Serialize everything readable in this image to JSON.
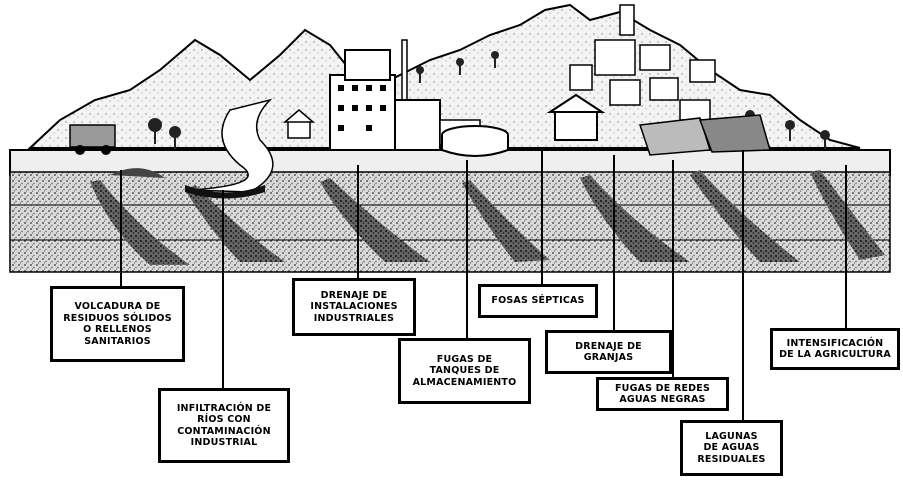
{
  "labels": {
    "volcadura": "VOLCADURA DE\nRESIDUOS SÓLIDOS\nO RELLENOS\nSANITARIOS",
    "infiltracion": "INFILTRACIÓN DE\nRÍOS CON\nCONTAMINACIÓN\nINDUSTRIAL",
    "drenaje_industrial": "DRENAJE DE\nINSTALACIONES\nINDUSTRIALES",
    "fugas_tanques": "FUGAS DE\nTANQUES DE\nALMACENAMIENTO",
    "fosas": "FOSAS SÉPTICAS",
    "drenaje_granjas": "DRENAJE DE\nGRANJAS",
    "fugas_redes": "FUGAS DE REDES\nAGUAS NEGRAS",
    "lagunas": "LAGUNAS\nDE AGUAS\nRESIDUALES",
    "intensificacion": "INTENSIFICACIÓN\nDE LA AGRICULTURA"
  }
}
